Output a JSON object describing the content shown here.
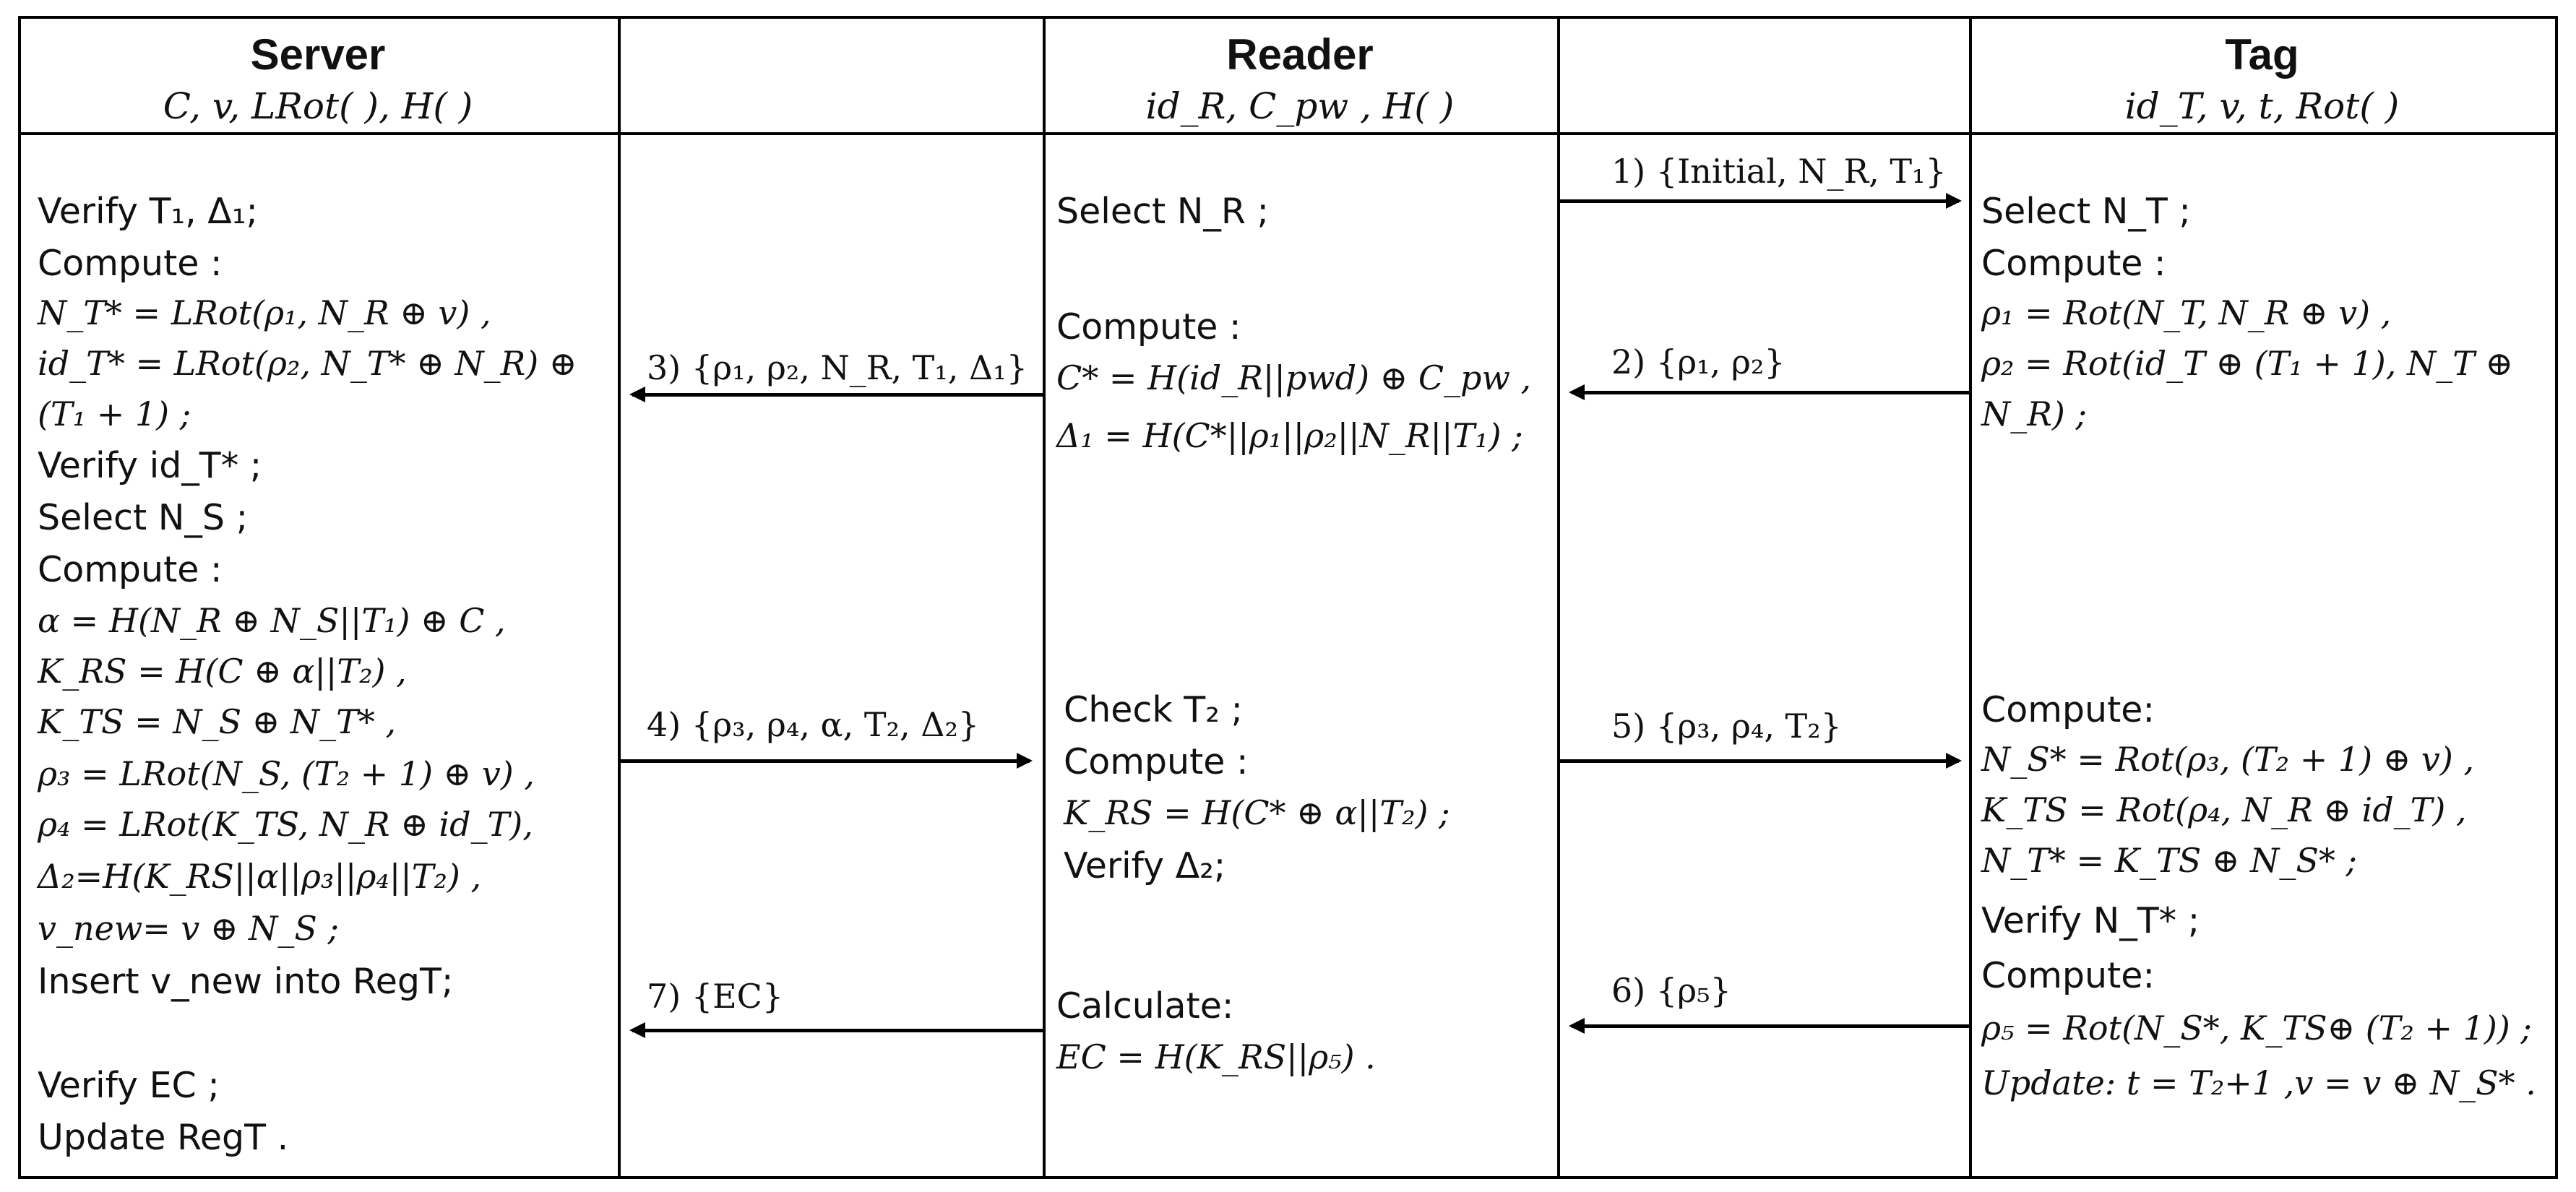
{
  "headers": {
    "server": {
      "title": "Server",
      "sub": "C, v, LRot( ), H( )"
    },
    "reader": {
      "title": "Reader",
      "sub": "id_R, C_pw , H( )"
    },
    "tag": {
      "title": "Tag",
      "sub": "id_T, v, t, Rot( )"
    }
  },
  "server_lines": [
    "Verify  T₁, Δ₁;",
    "Compute :",
    " N_T* = LRot(ρ₁, N_R ⊕ v) ,",
    " id_T* = LRot(ρ₂, N_T* ⊕ N_R) ⊕",
    "  (T₁ + 1) ;",
    "Verify id_T* ;",
    "Select N_S ;",
    "Compute :",
    "α = H(N_R ⊕ N_S||T₁) ⊕ C ,",
    "K_RS = H(C ⊕ α||T₂) ,",
    "K_TS = N_S ⊕ N_T* ,",
    "ρ₃ = LRot(N_S, (T₂ + 1) ⊕ v) ,",
    "ρ₄ = LRot(K_TS, N_R ⊕ id_T),",
    "Δ₂=H(K_RS||α||ρ₃||ρ₄||T₂) ,",
    "v_new= v ⊕ N_S ;",
    "Insert v_new into RegT;",
    "Verify  EC ;",
    "Update RegT ."
  ],
  "reader_lines": [
    "Select N_R ;",
    "Compute :",
    "C* = H(id_R||pwd) ⊕ C_pw ,",
    "Δ₁ = H(C*||ρ₁||ρ₂||N_R||T₁) ;",
    "Check T₂ ;",
    "Compute :",
    "K_RS = H(C* ⊕ α||T₂) ;",
    "Verify  Δ₂;",
    "Calculate:",
    "EC = H(K_RS||ρ₅) ."
  ],
  "tag_lines": [
    "Select N_T ;",
    "Compute :",
    "ρ₁ = Rot(N_T, N_R ⊕ v) ,",
    "ρ₂ = Rot(id_T ⊕ (T₁ + 1), N_T ⊕",
    " N_R) ;",
    "Compute:",
    "N_S* = Rot(ρ₃, (T₂ + 1) ⊕ v) ,",
    "K_TS  = Rot(ρ₄, N_R ⊕ id_T) ,",
    "N_T* = K_TS ⊕ N_S* ;",
    "Verify N_T* ;",
    "Compute:",
    "ρ₅ = Rot(N_S*, K_TS⊕ (T₂ + 1)) ;",
    "Update: t = T₂+1 ,v = v ⊕ N_S* ."
  ],
  "messages": [
    {
      "label": "1) {Initial, N_R, T₁}",
      "direction": "reader-to-tag"
    },
    {
      "label": "2) {ρ₁, ρ₂}",
      "direction": "tag-to-reader"
    },
    {
      "label": "3) {ρ₁, ρ₂, N_R, T₁, Δ₁}",
      "direction": "reader-to-server"
    },
    {
      "label": "4) {ρ₃, ρ₄, α, T₂, Δ₂}",
      "direction": "server-to-reader"
    },
    {
      "label": "5) {ρ₃, ρ₄, T₂}",
      "direction": "reader-to-tag"
    },
    {
      "label": "6) {ρ₅}",
      "direction": "tag-to-reader"
    },
    {
      "label": "7) {EC}",
      "direction": "reader-to-server"
    }
  ]
}
